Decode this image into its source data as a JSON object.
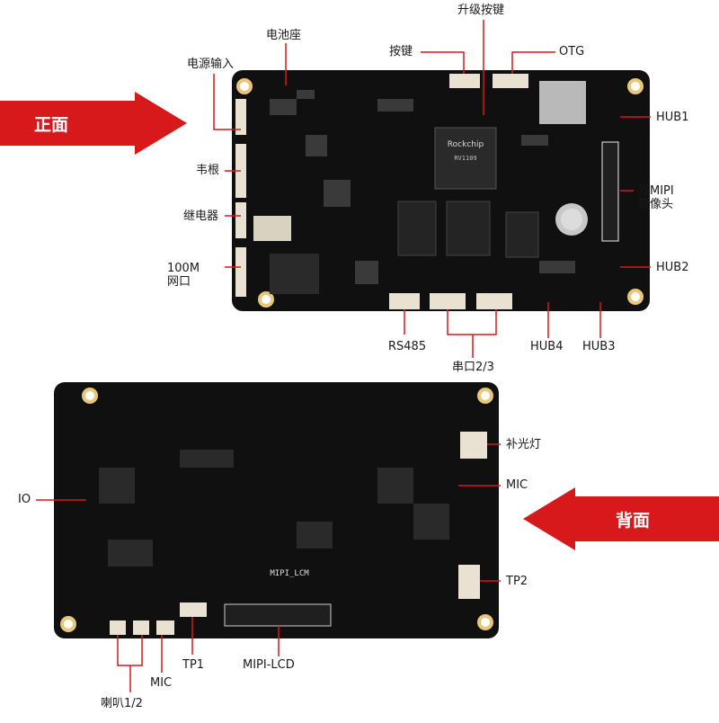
{
  "colors": {
    "accent_red": "#d7191c",
    "board_black": "#101010",
    "chip_gray": "#2a2a2a",
    "pad_gold": "#e8c878",
    "leader": "#d7191c"
  },
  "front": {
    "side_tag": "正面",
    "chip_logo": "Rockchip",
    "chip_model": "RV1109",
    "callouts": {
      "battery_holder": "电池座",
      "upgrade_button": "升级按键",
      "button": "按键",
      "otg": "OTG",
      "power_input": "电源输入",
      "wiegand": "韦根",
      "relay": "继电器",
      "ethernet_line1": "100M",
      "ethernet_line2": "网口",
      "hub1": "HUB1",
      "dual_mipi_line1": "双MIPI",
      "dual_mipi_line2": "摄像头",
      "hub2": "HUB2",
      "rs485": "RS485",
      "serial": "串口2/3",
      "hub4": "HUB4",
      "hub3": "HUB3"
    }
  },
  "back": {
    "side_tag": "背面",
    "silk_mipi_lcm": "MIPI_LCM",
    "callouts": {
      "fill_light": "补光灯",
      "mic_right": "MIC",
      "io": "IO",
      "tp2": "TP2",
      "tp1": "TP1",
      "mipi_lcd": "MIPI-LCD",
      "mic_bottom": "MIC",
      "speaker": "喇叭1/2"
    }
  }
}
